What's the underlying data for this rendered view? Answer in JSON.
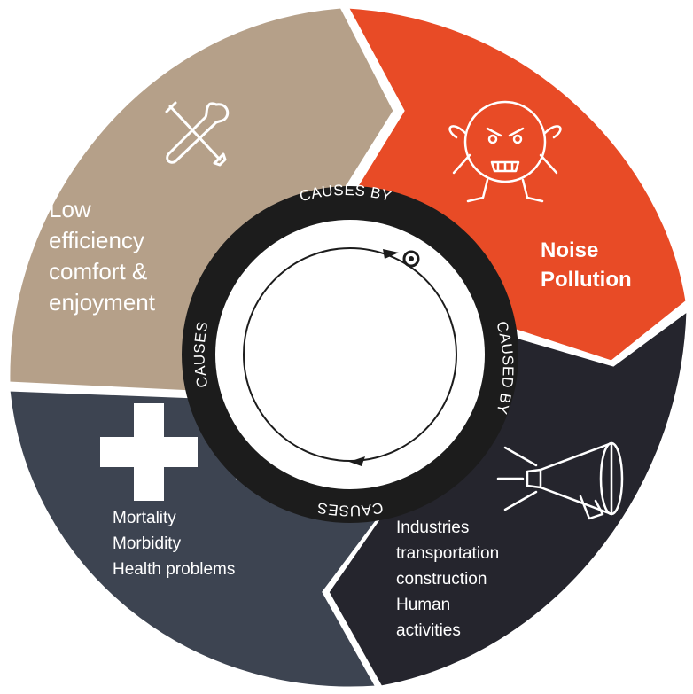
{
  "segments": {
    "low_efficiency": {
      "color": "#b5a089",
      "icon": "tools-icon",
      "lines": [
        "Low",
        "efficiency",
        "comfort &",
        "enjoyment"
      ]
    },
    "noise_pollution": {
      "color": "#e84b26",
      "icon": "angry-face-icon",
      "lines": [
        "Noise",
        "Pollution"
      ]
    },
    "industries": {
      "color": "#25252d",
      "icon": "megaphone-icon",
      "lines": [
        "Industries",
        "transportation",
        "construction",
        "Human",
        "activities"
      ]
    },
    "health": {
      "color": "#3d4451",
      "icon": "medical-cross-icon",
      "lines": [
        "Mortality",
        "Morbidity",
        "Health problems"
      ]
    }
  },
  "ring": {
    "color": "#1c1c1c",
    "top_label": "CAUSES BY",
    "right_label": "CAUSED BY",
    "bottom_label": "CAUSES",
    "left_label": "CAUSES"
  }
}
